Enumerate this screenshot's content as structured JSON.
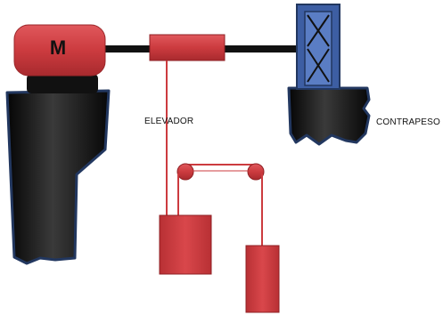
{
  "labels": {
    "motor_letter": "M",
    "elevador": "ELEVADOR",
    "contrapeso": "CONTRAPESO"
  },
  "colors": {
    "red": "#cc3b3f",
    "red_dark": "#8f2024",
    "black": "#151515",
    "navy_outline": "#22375f",
    "blue_box": "#4f72b8",
    "blue_box_dark": "#22375f"
  }
}
